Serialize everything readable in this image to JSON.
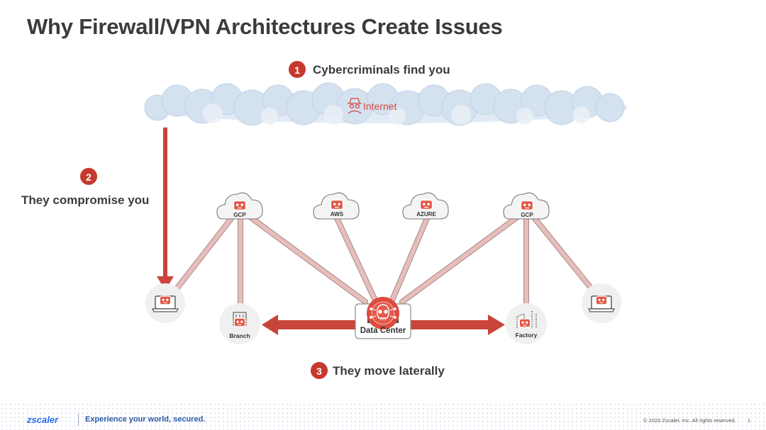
{
  "title": "Why Firewall/VPN Architectures Create Issues",
  "steps": [
    {
      "number": "1",
      "label": "Cybercriminals find you"
    },
    {
      "number": "2",
      "label": "They compromise you"
    },
    {
      "number": "3",
      "label": "They move laterally"
    }
  ],
  "internet_label": "Internet",
  "clouds": [
    {
      "name": "GCP",
      "label": "GCP"
    },
    {
      "name": "AWS",
      "label": "AWS"
    },
    {
      "name": "AZURE",
      "label": "AZURE"
    },
    {
      "name": "GCP",
      "label": "GCP"
    }
  ],
  "sites": {
    "branch": "Branch",
    "data_center": "Data Center",
    "factory": "Factory"
  },
  "colors": {
    "threat_red": "#c9443b",
    "badge_red": "#c6392f",
    "link_fill": "#e7bebb",
    "link_stroke": "#a58a88",
    "zscaler_blue": "#236bf0"
  },
  "footer": {
    "logo": "zscaler",
    "tagline": "Experience your world, secured.",
    "copyright": "© 2023  Zscaler, Inc. All rights reserved.",
    "page": "1"
  }
}
